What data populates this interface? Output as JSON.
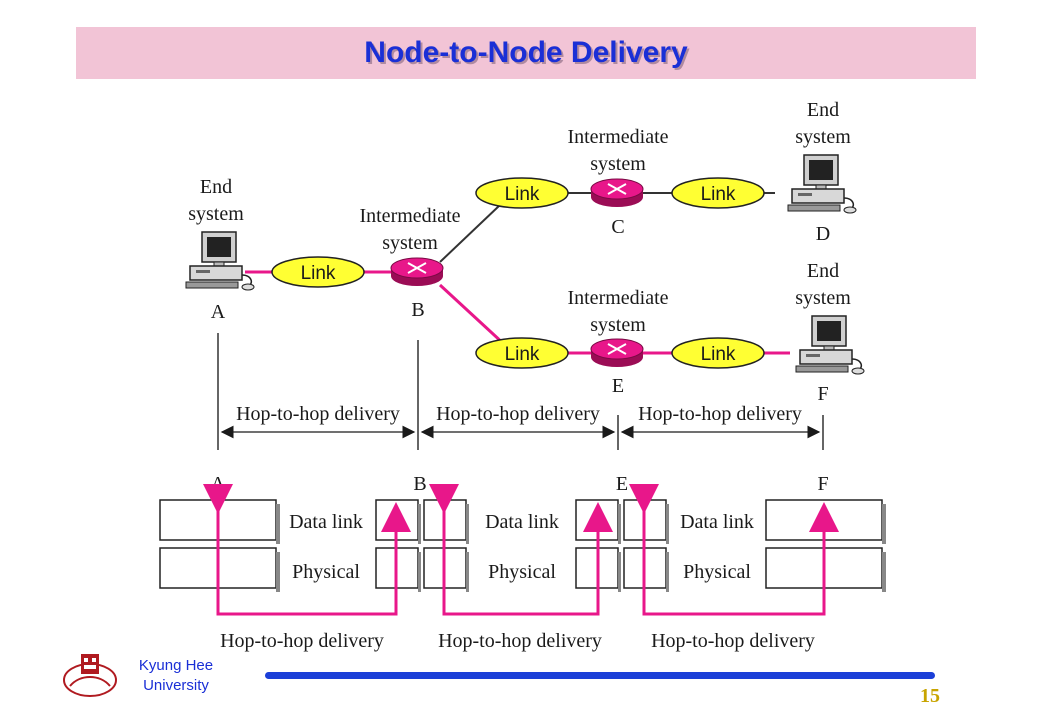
{
  "title": "Node-to-Node Delivery",
  "labels": {
    "end_system": [
      "End",
      "system"
    ],
    "intermediate_system": [
      "Intermediate",
      "system"
    ],
    "link": "Link",
    "hop_delivery": "Hop-to-hop delivery",
    "data_link": "Data link",
    "physical": "Physical"
  },
  "nodes": {
    "a": "A",
    "b": "B",
    "c": "C",
    "d": "D",
    "e": "E",
    "f": "F"
  },
  "footer": {
    "university_line1": "Kyung Hee",
    "university_line2": "University",
    "page_number": "15"
  },
  "colors": {
    "link_fill": "#ffff33",
    "router_fill": "#e8178a",
    "path": "#e8178a",
    "title_bg": "#f2c4d6",
    "title_text": "#1a2fd6"
  }
}
